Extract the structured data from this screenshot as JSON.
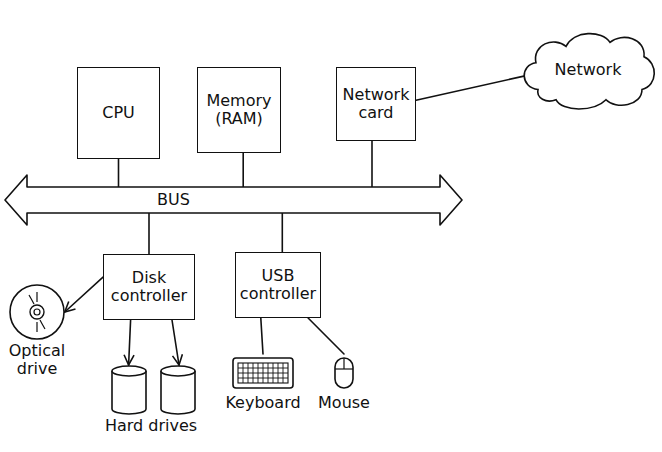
{
  "diagram": {
    "nodes": [
      {
        "text": [
          "CPU"
        ]
      },
      {
        "text": [
          "Memory (RAM)"
        ]
      },
      {
        "text": [
          "Network card"
        ]
      },
      {
        "text": [
          "Network"
        ]
      },
      {
        "text": [
          "BUS"
        ]
      },
      {
        "text": [
          "Disk controller"
        ]
      },
      {
        "text": [
          "USB controller"
        ]
      },
      {
        "text": [
          "Optical drive"
        ]
      },
      {
        "text": [
          "Hard drives"
        ]
      },
      {
        "text": [
          "Keyboard"
        ]
      },
      {
        "text": [
          "Mouse"
        ]
      }
    ],
    "edges": [
      {
        "from": 0,
        "to": 4,
        "arrow": "none"
      },
      {
        "from": 1,
        "to": 4,
        "arrow": "none"
      },
      {
        "from": 2,
        "to": 4,
        "arrow": "none"
      },
      {
        "from": 2,
        "to": 3,
        "arrow": "none"
      },
      {
        "from": 5,
        "to": 4,
        "arrow": "none"
      },
      {
        "from": 6,
        "to": 4,
        "arrow": "none"
      },
      {
        "from": 5,
        "to": 7,
        "arrow": "to"
      },
      {
        "from": 5,
        "to": 8,
        "arrow": "to"
      },
      {
        "from": 5,
        "to": 8,
        "arrow": "to"
      },
      {
        "from": 6,
        "to": 9,
        "arrow": "none"
      },
      {
        "from": 6,
        "to": 10,
        "arrow": "none"
      }
    ]
  }
}
